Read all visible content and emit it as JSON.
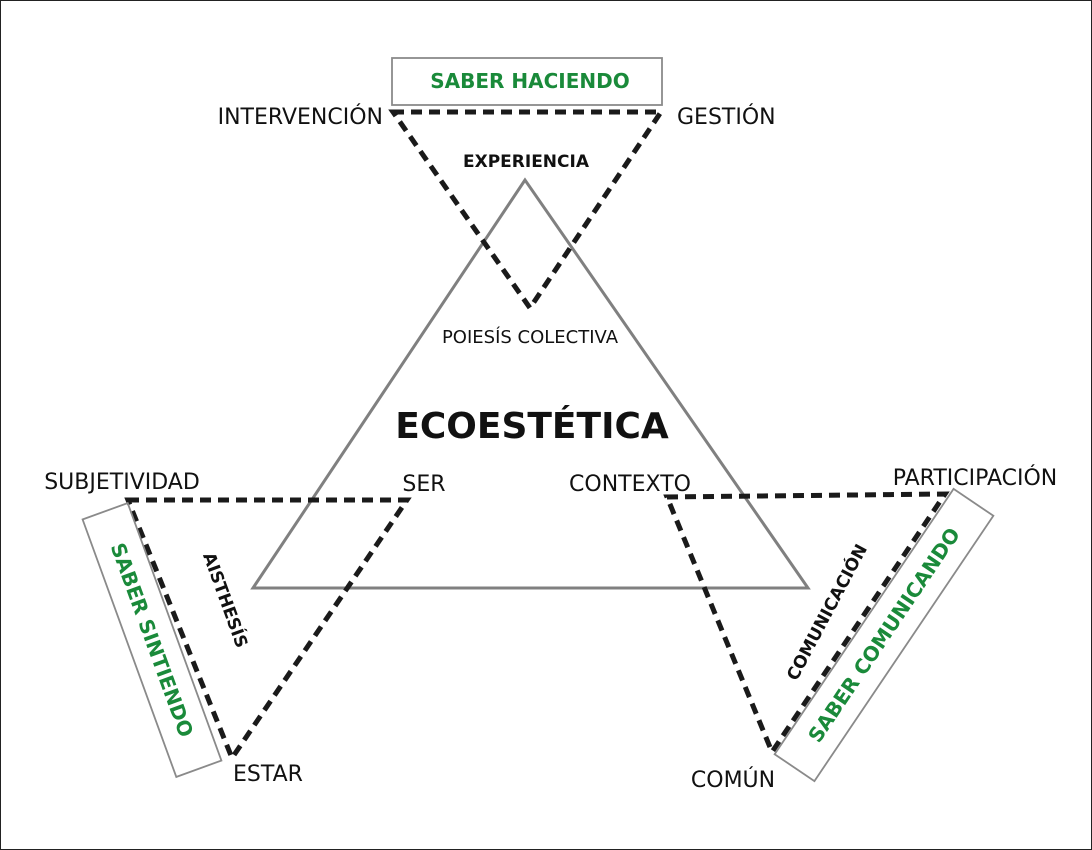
{
  "title": "ECOESTÉTICA",
  "center_top": "POIESÍS COLECTIVA",
  "top": {
    "box_label": "SABER HACIENDO",
    "inner_label": "EXPERIENCIA",
    "left_vertex": "INTERVENCIÓN",
    "right_vertex": "GESTIÓN"
  },
  "left": {
    "box_label": "SABER SINTIENDO",
    "inner_label": "AISTHESÍS",
    "top_left_vertex": "SUBJETIVIDAD",
    "top_right_vertex": "SER",
    "bottom_vertex": "ESTAR"
  },
  "right": {
    "box_label": "SABER COMUNICANDO",
    "inner_label": "COMUNICACIÓN",
    "top_left_vertex": "CONTEXTO",
    "top_right_vertex": "PARTICIPACIÓN",
    "bottom_vertex": "COMÚN"
  },
  "colors": {
    "accent_green": "#1a8a3a",
    "dashed_line": "#1a1a1a",
    "main_triangle": "#808080",
    "box_border": "#8a8a8a"
  }
}
